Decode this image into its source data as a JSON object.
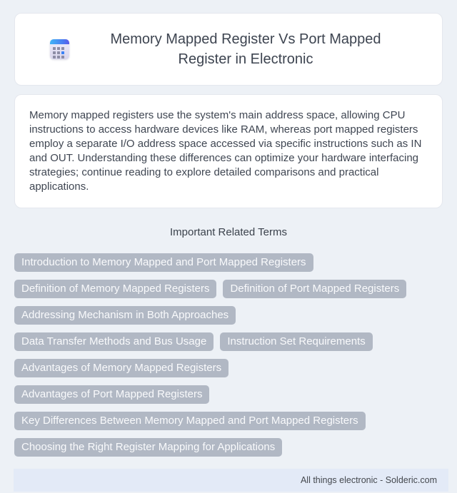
{
  "header": {
    "icon": "calendar-icon",
    "title": "Memory Mapped Register Vs Port Mapped Register in Electronic"
  },
  "summary": {
    "text": "Memory mapped registers use the system's main address space, allowing CPU instructions to access hardware devices like RAM, whereas port mapped registers employ a separate I/O address space accessed via specific instructions such as IN and OUT. Understanding these differences can optimize your hardware interfacing strategies; continue reading to explore detailed comparisons and practical applications."
  },
  "related_terms": {
    "heading": "Important Related Terms",
    "items": [
      "Introduction to Memory Mapped and Port Mapped Registers",
      "Definition of Memory Mapped Registers",
      "Definition of Port Mapped Registers",
      "Addressing Mechanism in Both Approaches",
      "Data Transfer Methods and Bus Usage",
      "Instruction Set Requirements",
      "Advantages of Memory Mapped Registers",
      "Advantages of Port Mapped Registers",
      "Key Differences Between Memory Mapped and Port Mapped Registers",
      "Choosing the Right Register Mapping for Applications"
    ]
  },
  "footer": {
    "text": "All things electronic - Solderic.com"
  },
  "colors": {
    "page_bg": "#edf1f6",
    "card_bg": "#ffffff",
    "card_border": "#e4e7ee",
    "title_text": "#3d4450",
    "body_text": "#3f4652",
    "tag_bg": "#b1b8c4",
    "tag_text": "#f9fafc",
    "footer_bg": "#e3eaf7",
    "footer_text": "#44484e",
    "icon_blue": "#3b82f6"
  }
}
